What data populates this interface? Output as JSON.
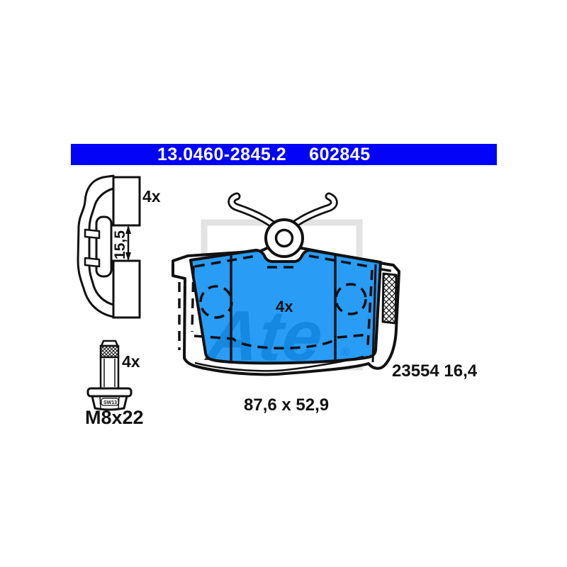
{
  "header": {
    "left_code": "13.0460-2845.2",
    "right_code": "602845"
  },
  "clip": {
    "qty": "4x",
    "height_dim": "15,5"
  },
  "bolt": {
    "qty": "4x",
    "size": "M8x22",
    "wrench": "SW13"
  },
  "pad": {
    "qty": "4x",
    "wva_thickness": "23554 16,4",
    "dimensions": "87,6 x 52,9"
  },
  "watermark": {
    "brand": "Ate",
    "registered": "®"
  },
  "colors": {
    "header_blue": "#0303F8",
    "pad_blue": "#1291F5",
    "frame_gray": "#E3E3E3",
    "logo_gray_blue": "#C3CBDB",
    "line": "#111111"
  }
}
